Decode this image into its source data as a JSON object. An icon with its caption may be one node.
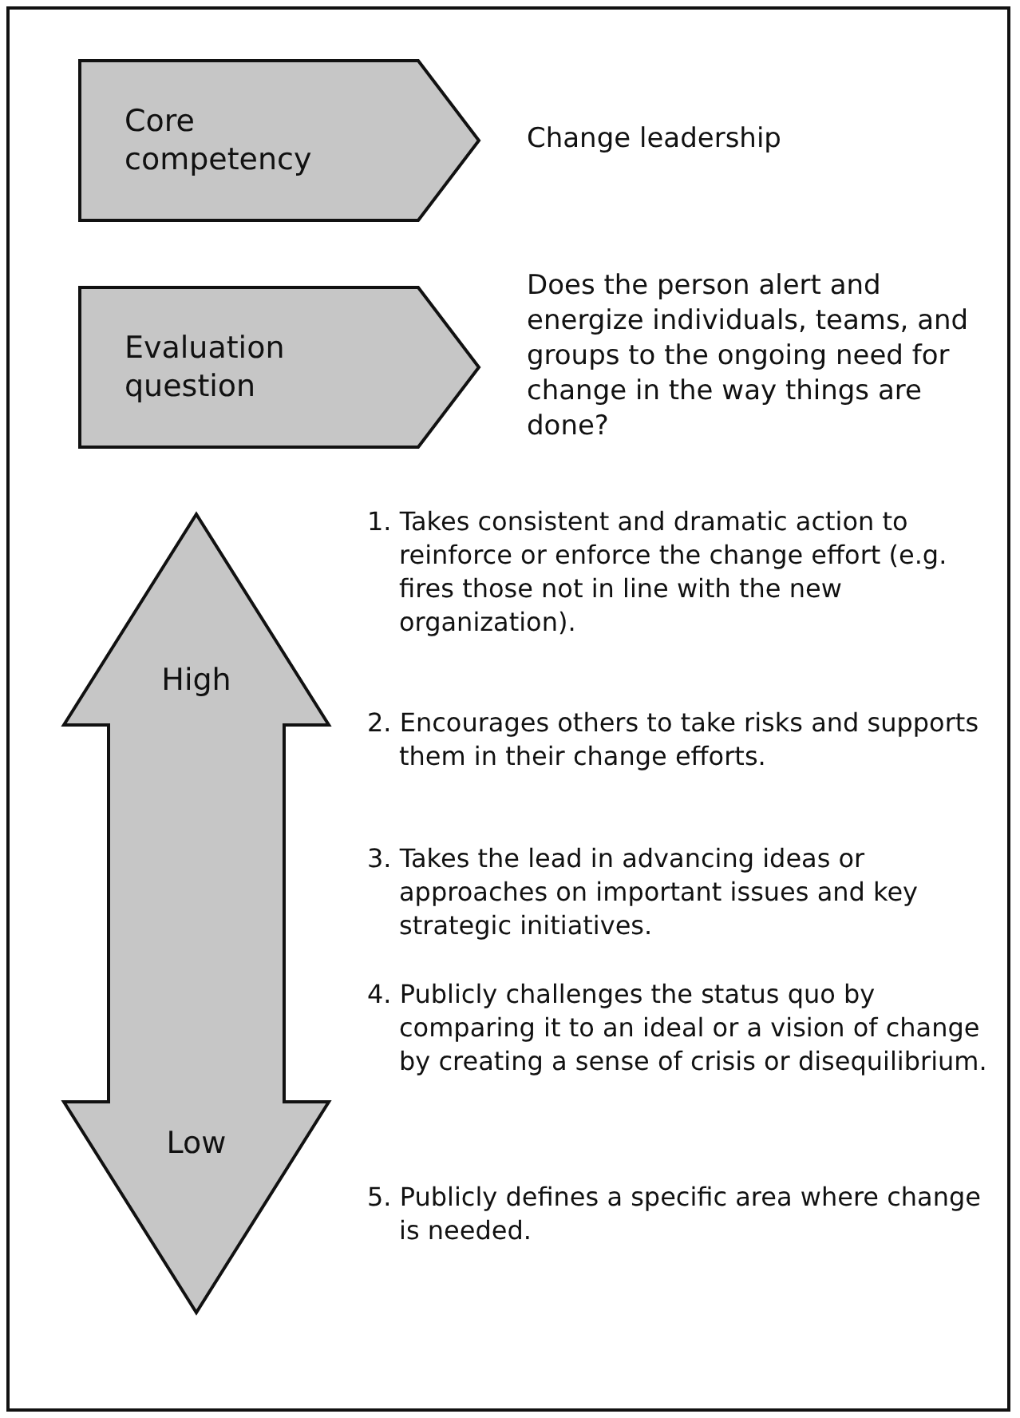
{
  "diagram": {
    "nodes": [
      {
        "text": [
          "Core competency"
        ],
        "beside": [
          "Change leadership"
        ]
      },
      {
        "text": [
          "Evaluation question"
        ],
        "beside": [
          "Does the person alert and energize individuals, teams, and groups to the ongoing need for change in the way things are done?"
        ]
      },
      {
        "text": [
          "High",
          "Low"
        ]
      }
    ],
    "edges": [],
    "labels": [
      "1. Takes consistent and dramatic action to reinforce or enforce the change effort (e.g. fires those not in line with the new organization).",
      "2. Encourages others to take risks and supports them in their change efforts.",
      "3. Takes the lead in advancing ideas or approaches on important issues and key strategic initiatives.",
      "4. Publicly challenges the status quo by comparing it to an ideal or a vision of change by creating a sense of crisis or disequilibrium.",
      "5. Publicly defines a specific area where change is needed."
    ]
  }
}
